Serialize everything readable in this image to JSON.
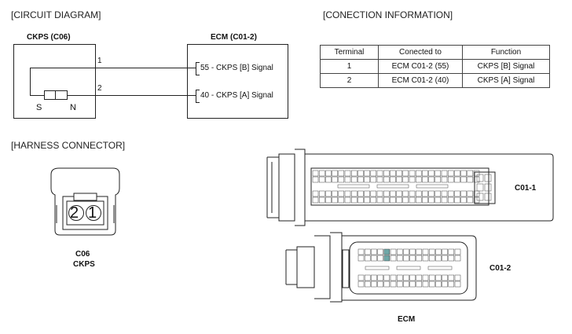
{
  "sections": {
    "circuit": "[CIRCUIT DIAGRAM]",
    "connection": "[CONECTION INFORMATION]",
    "harness": "[HARNESS CONNECTOR]"
  },
  "circuit": {
    "sensor_title": "CKPS (C06)",
    "ecm_title": "ECM (C01-2)",
    "pin1": "1",
    "pin2": "2",
    "s_label": "S",
    "n_label": "N",
    "signal_b": "55 - CKPS [B] Signal",
    "signal_a": "40 - CKPS [A] Signal"
  },
  "table": {
    "headers": [
      "Terminal",
      "Conected to",
      "Function"
    ],
    "rows": [
      [
        "1",
        "ECM C01-2 (55)",
        "CKPS [B] Signal"
      ],
      [
        "2",
        "ECM C01-2 (40)",
        "CKPS [A] Signal"
      ]
    ]
  },
  "harness": {
    "pin2": "2",
    "pin1": "1",
    "c06_code": "C06",
    "c06_name": "CKPS",
    "c011_label": "C01-1",
    "c012_label": "C01-2",
    "ecm_label": "ECM"
  },
  "colors": {
    "highlight_pin": "#6fa8a8",
    "line": "#222222"
  }
}
